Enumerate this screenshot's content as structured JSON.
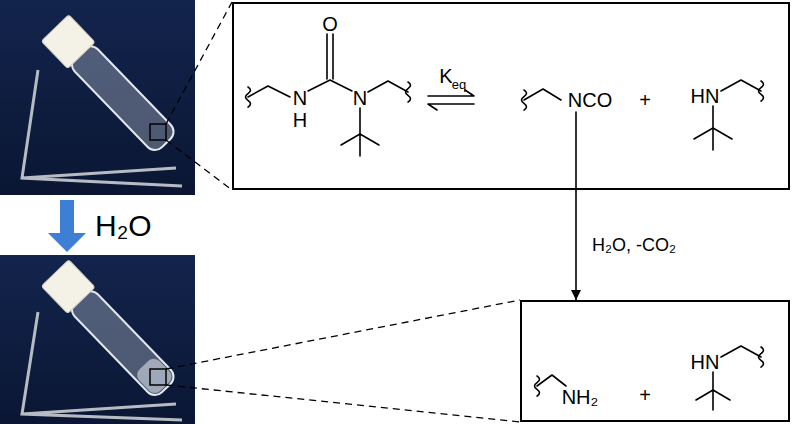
{
  "diagram": {
    "nodes": [
      {
        "text": [
          "O",
          "N",
          "H",
          "N",
          "K",
          "eq",
          "NCO",
          "+",
          "HN"
        ]
      },
      {
        "text": [
          "NH₂",
          "+",
          "HN"
        ]
      }
    ],
    "edges": [
      {
        "from": 0,
        "to": 1,
        "arrow": "to",
        "label": "H₂O, -CO₂"
      }
    ],
    "labels": [
      "H₂O"
    ]
  }
}
